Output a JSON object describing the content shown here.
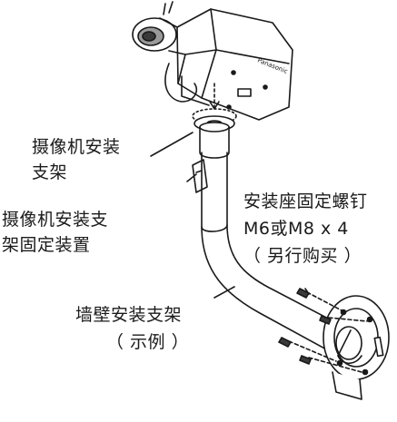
{
  "diagram": {
    "camera": {
      "brand_text": "Panasonic"
    },
    "labels": {
      "camera_bracket": [
        "摄像机安装",
        "支架"
      ],
      "camera_fixing": [
        "摄像机安装支",
        "架固定装置"
      ],
      "mount_screws": [
        "安装座固定螺钉",
        "M6或M8 x 4",
        "（ 另行购买 ）"
      ],
      "wall_bracket": [
        "墙壁安装支架",
        "（ 示例 ）"
      ]
    },
    "colors": {
      "line": "#1a1a1a",
      "fill": "#ffffff",
      "shade": "#9a9a9a",
      "dark": "#3a3a3a"
    }
  }
}
